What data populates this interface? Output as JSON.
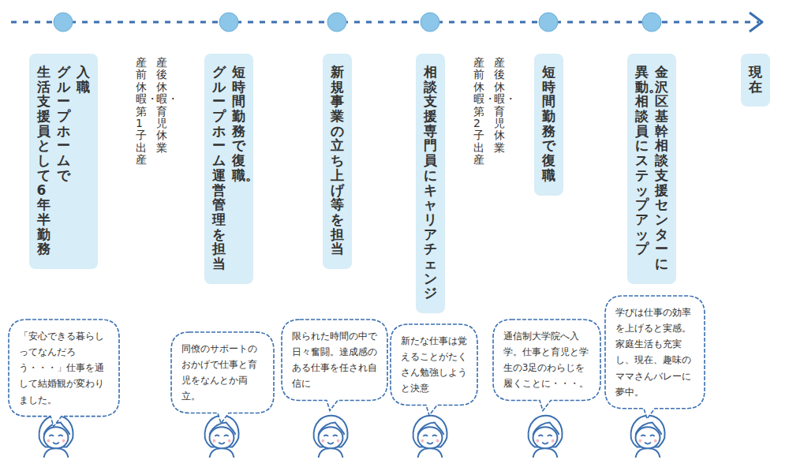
{
  "diagram": {
    "nodes": [
      {
        "text": [
          "入職",
          "グループホームで",
          "生活支援員として6年半勤務"
        ]
      },
      {
        "text": [
          "短時間勤務で復職。",
          "グループホーム運営管理を担当"
        ]
      },
      {
        "text": [
          "新規事業の立ち上げ等を担当"
        ]
      },
      {
        "text": [
          "相談支援専門員にキャリアチェンジ"
        ]
      },
      {
        "text": [
          "短時間勤務で復職"
        ]
      },
      {
        "text": [
          "金沢区基幹相談支援センターに",
          "異動。相談員にステップアップ"
        ]
      },
      {
        "text": [
          "現在"
        ]
      },
      {
        "text": [
          "「安心できる暮らしってなんだろう・・・」仕事を通して結婚観が変わりました。"
        ]
      },
      {
        "text": [
          "同僚のサポートのおかげで仕事と育児をなんとか両立。"
        ]
      },
      {
        "text": [
          "限られた時間の中で日々奮闘。達成感のある仕事を任され自信に"
        ]
      },
      {
        "text": [
          "新たな仕事は覚えることがたくさん勉強しようと決意"
        ]
      },
      {
        "text": [
          "通信制大学院へ入学。仕事と育児と学生の3足のわらじを履くことに・・・。"
        ]
      },
      {
        "text": [
          "学びは仕事の効率を上げると実感。家庭生活も充実し、現在、趣味のママさんバレーに夢中。"
        ]
      }
    ],
    "labels": [
      "産後休暇・育児休業",
      "産前休暇・第1子出産",
      "産後休暇・育児休業",
      "産前休暇・第2子出産"
    ]
  }
}
